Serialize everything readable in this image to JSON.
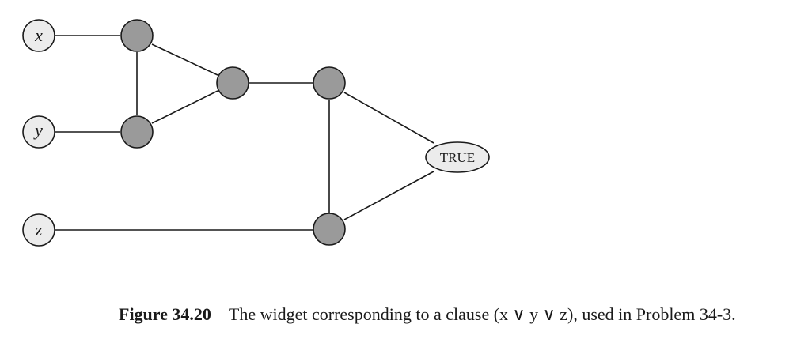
{
  "diagram": {
    "variables": [
      {
        "id": "x",
        "label": "x"
      },
      {
        "id": "y",
        "label": "y"
      },
      {
        "id": "z",
        "label": "z"
      }
    ],
    "true_node": {
      "label": "TRUE"
    },
    "gray_nodes": [
      "g1",
      "g2",
      "g3",
      "g4",
      "g5"
    ],
    "edges": [
      [
        "x",
        "g1"
      ],
      [
        "y",
        "g2"
      ],
      [
        "g1",
        "g2"
      ],
      [
        "g1",
        "g3"
      ],
      [
        "g2",
        "g3"
      ],
      [
        "g3",
        "g4"
      ],
      [
        "g4",
        "g5"
      ],
      [
        "g4",
        "TRUE"
      ],
      [
        "g5",
        "TRUE"
      ],
      [
        "z",
        "g5"
      ]
    ]
  },
  "caption": {
    "figure_number": "Figure 34.20",
    "text": "The widget corresponding to a clause (x ∨ y ∨ z), used in Problem 34-3."
  }
}
